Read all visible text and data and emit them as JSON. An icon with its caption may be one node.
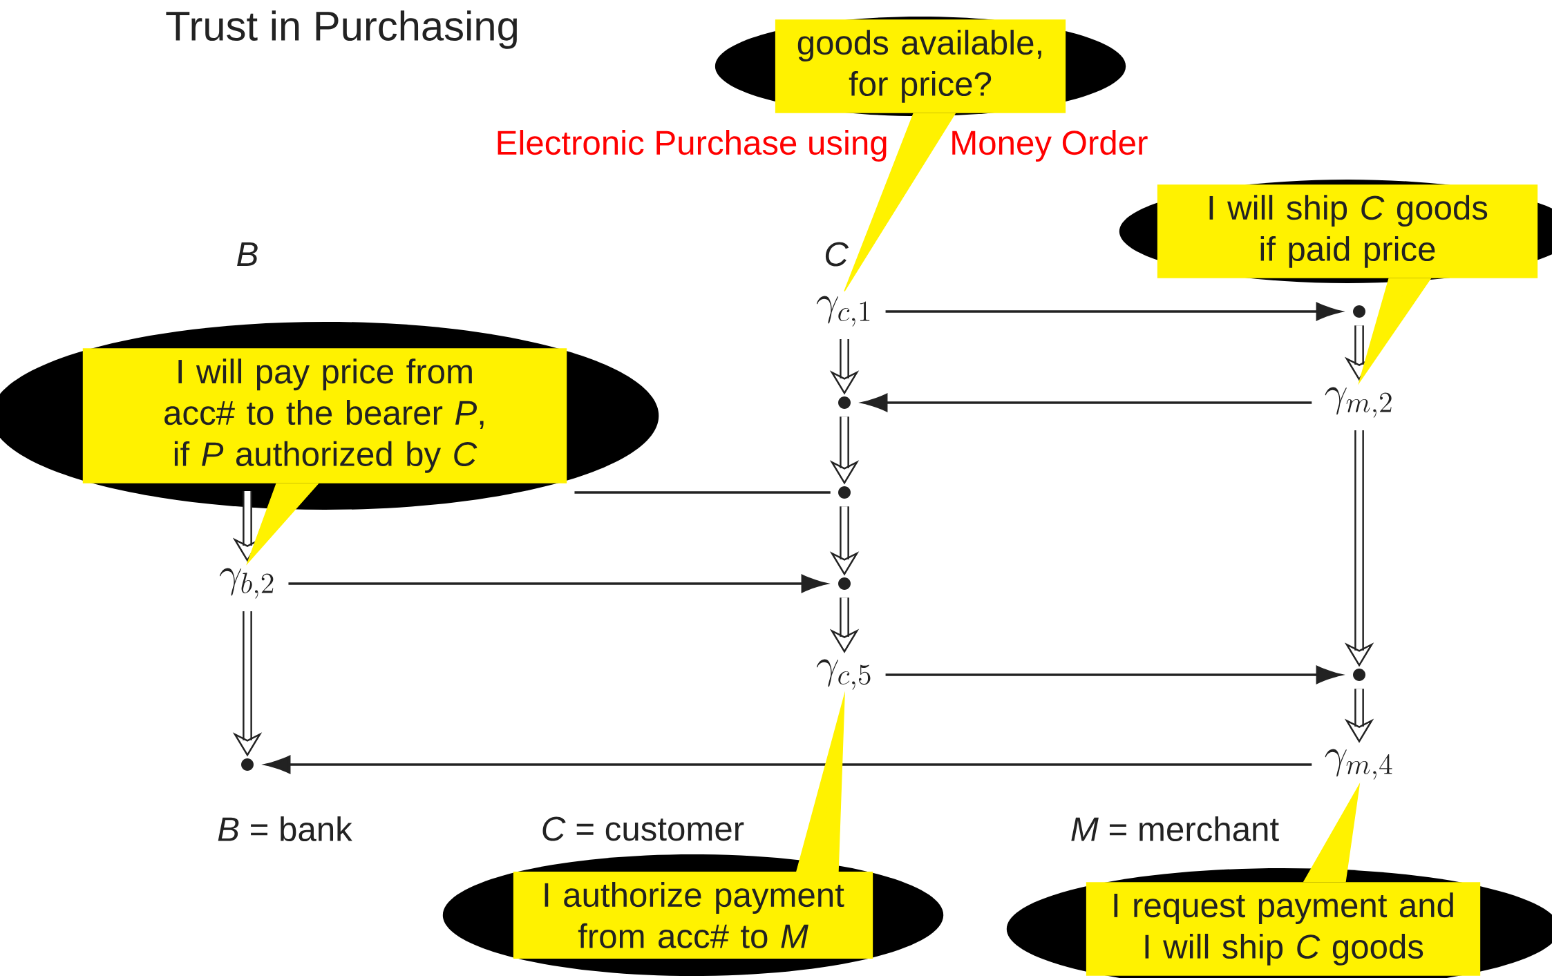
{
  "diagram": {
    "title": "Trust in Purchasing",
    "nodes": [
      {
        "text": [
          "goods available, for price?"
        ]
      },
      {
        "text": [
          "I will ship *C* goods if paid price"
        ]
      },
      {
        "text": [
          "\\gamma_{c,1}"
        ]
      },
      {
        "text": [],
        "shape": "circle"
      },
      {
        "text": [
          "I will pay price from acc# to the bearer *P*, if *P* authorized by *C*"
        ]
      },
      {
        "text": [],
        "shape": "circle"
      },
      {
        "text": [
          "\\gamma_{m,2}"
        ]
      },
      {
        "text": [],
        "shape": "circle"
      },
      {
        "text": [
          "\\gamma_{b,2}"
        ]
      },
      {
        "text": [],
        "shape": "circle"
      },
      {
        "text": [
          "\\gamma_{c,5}"
        ]
      },
      {
        "text": [],
        "shape": "circle"
      },
      {
        "text": [],
        "shape": "circle"
      },
      {
        "text": [
          "\\gamma_{m,4}"
        ]
      },
      {
        "text": [
          "I authorize payment from acc# to *M*"
        ]
      },
      {
        "text": [
          "I request payment and I will ship *C* goods"
        ]
      }
    ],
    "edges": [
      {
        "from": 2,
        "to": 3,
        "arrow": "to"
      },
      {
        "from": 6,
        "to": 5,
        "arrow": "to"
      },
      {
        "from": 7,
        "to": 4,
        "arrow": "none"
      },
      {
        "from": 8,
        "to": 9,
        "arrow": "to"
      },
      {
        "from": 10,
        "to": 11,
        "arrow": "to"
      },
      {
        "from": 13,
        "to": 12,
        "arrow": "to"
      },
      {
        "from": 2,
        "to": 5,
        "arrow": "to",
        "style": "thick"
      },
      {
        "from": 5,
        "to": 7,
        "arrow": "to",
        "style": "thick"
      },
      {
        "from": 7,
        "to": 9,
        "arrow": "to",
        "style": "thick"
      },
      {
        "from": 9,
        "to": 10,
        "arrow": "to",
        "style": "thick"
      },
      {
        "from": 3,
        "to": 6,
        "arrow": "to",
        "style": "thick"
      },
      {
        "from": 6,
        "to": 11,
        "arrow": "to",
        "style": "thick"
      },
      {
        "from": 11,
        "to": 13,
        "arrow": "to",
        "style": "thick"
      },
      {
        "from": 4,
        "to": 8,
        "arrow": "to",
        "style": "thick"
      },
      {
        "from": 8,
        "to": 12,
        "arrow": "to",
        "style": "thick"
      },
      {
        "from": 0,
        "to": 2,
        "arrow": "none",
        "color": "#fff200"
      },
      {
        "from": 1,
        "to": 6,
        "arrow": "none",
        "color": "#fff200"
      },
      {
        "from": 4,
        "to": 8,
        "arrow": "none",
        "color": "#fff200"
      },
      {
        "from": 14,
        "to": 10,
        "arrow": "none",
        "color": "#fff200"
      },
      {
        "from": 15,
        "to": 13,
        "arrow": "none",
        "color": "#fff200"
      }
    ],
    "labels": [
      "Electronic Purchase using",
      "Money Order",
      "B",
      "C",
      "*B* = bank",
      "*C* = customer",
      "*M* = merchant"
    ]
  }
}
